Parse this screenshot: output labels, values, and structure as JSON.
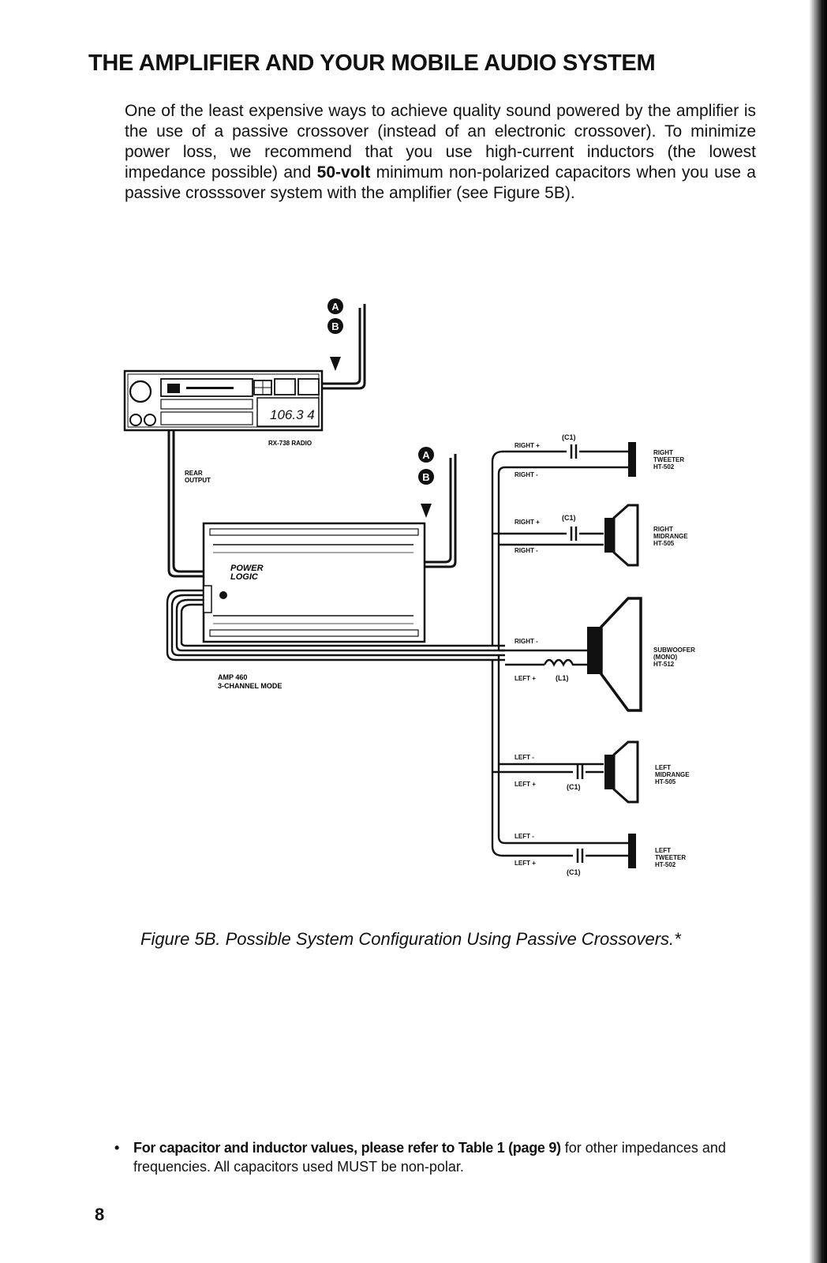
{
  "page": {
    "title": "THE AMPLIFIER AND YOUR MOBILE AUDIO SYSTEM",
    "intro": {
      "p1": "One of the least expensive ways to achieve quality sound powered by the amplifier is the use of a passive crossover (instead of an electronic crossover). To minimize power loss, we recommend that you use high-current inductors (the lowest impedance possible) and ",
      "bold": "50-volt",
      "p2": " minimum non-polarized capacitors when you use a passive crosssover system with the amplifier (see Figure 5B)."
    },
    "caption": "Figure 5B. Possible System Configuration Using Passive Crossovers.*",
    "footnote": {
      "star": "•",
      "bold": "For capacitor and inductor values, please refer to Table 1 (page 9)",
      "rest": " for other impedances and frequencies. All capacitors used MUST be non-polar."
    },
    "page_number": "8"
  },
  "diagram": {
    "radio": {
      "label": "RX-738 RADIO",
      "display": "106.3 4",
      "rear_output": [
        "REAR",
        "OUTPUT"
      ]
    },
    "amp": {
      "brand_line1": "POWER",
      "brand_line2": "LOGIC",
      "label_line1": "AMP 460",
      "label_line2": "3-CHANNEL MODE"
    },
    "connectors": {
      "a": "A",
      "b": "B"
    },
    "wires": {
      "right_plus_tweeter": "RIGHT +",
      "right_minus_tweeter": "RIGHT -",
      "right_plus_mid": "RIGHT +",
      "right_minus_mid": "RIGHT -",
      "right_minus_sub": "RIGHT -",
      "left_plus_sub": "LEFT +",
      "left_minus_mid": "LEFT -",
      "left_plus_mid": "LEFT +",
      "left_minus_tweeter": "LEFT -",
      "left_plus_tweeter": "LEFT +"
    },
    "components": {
      "c1_right_tweeter": "(C1)",
      "c1_right_mid": "(C1)",
      "l1": "(L1)",
      "c1_left_mid": "(C1)",
      "c1_left_tweeter": "(C1)"
    },
    "speakers": {
      "right_tweeter": [
        "RIGHT",
        "TWEETER",
        "HT-502"
      ],
      "right_mid": [
        "RIGHT",
        "MIDRANGE",
        "HT-505"
      ],
      "sub": [
        "SUBWOOFER",
        "(MONO)",
        "HT-512"
      ],
      "left_mid": [
        "LEFT",
        "MIDRANGE",
        "HT-505"
      ],
      "left_tweeter": [
        "LEFT",
        "TWEETER",
        "HT-502"
      ]
    }
  }
}
